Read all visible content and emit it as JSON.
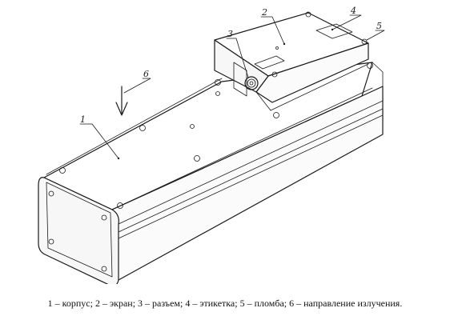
{
  "callouts": {
    "c1": "1",
    "c2": "2",
    "c3": "3",
    "c4": "4",
    "c5": "5",
    "c6": "6"
  },
  "caption": "1 – корпус; 2 – экран; 3 – разъем; 4 – этикетка; 5 – пломба; 6 – направление излучения."
}
